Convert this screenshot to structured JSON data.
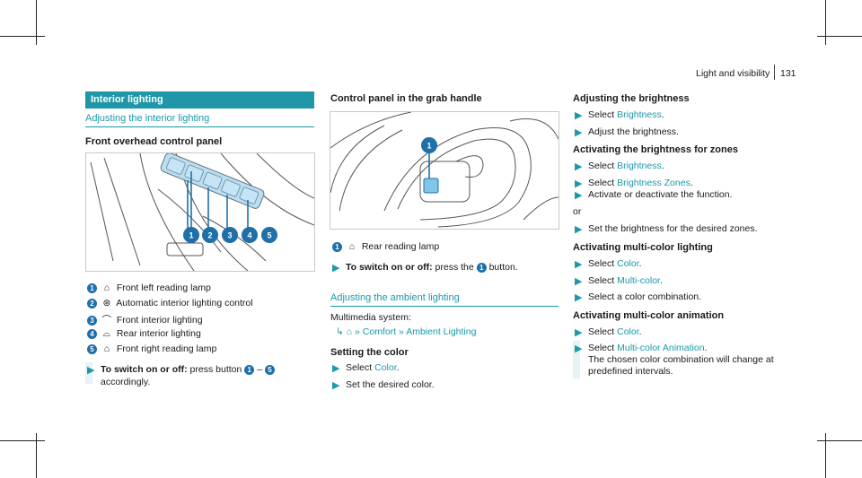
{
  "page_header": {
    "section": "Light and visibility",
    "page_number": "131"
  },
  "col1": {
    "header_bar": "Interior lighting",
    "subtitle": "Adjusting the interior lighting",
    "heading": "Front overhead control panel",
    "legend": [
      {
        "num": "1",
        "icon": "reading-lamp-icon",
        "glyph": "⌂",
        "text": "Front left reading lamp"
      },
      {
        "num": "2",
        "icon": "auto-light-icon",
        "glyph": "⊛",
        "text": "Automatic interior lighting control"
      },
      {
        "num": "3",
        "icon": "front-interior-light-icon",
        "glyph": "⌒",
        "text": "Front interior lighting"
      },
      {
        "num": "4",
        "icon": "rear-interior-light-icon",
        "glyph": "⌓",
        "text": "Rear interior lighting"
      },
      {
        "num": "5",
        "icon": "reading-lamp-icon",
        "glyph": "⌂",
        "text": "Front right reading lamp"
      }
    ],
    "instruction_bold": "To switch on or off:",
    "instruction_rest": "press button",
    "instruction_range_start": "1",
    "instruction_dash": "–",
    "instruction_range_end": "5",
    "instruction_line2": "accordingly."
  },
  "col2": {
    "heading": "Control panel in the grab handle",
    "legend_num": "1",
    "legend_text": "Rear reading lamp",
    "instruction_bold": "To switch on or off:",
    "instruction_rest": "press the",
    "instruction_num": "1",
    "instruction_end": "button.",
    "ambient_title": "Adjusting the ambient lighting",
    "ambient_path_label": "Multimedia system:",
    "ambient_path": [
      "Comfort",
      "Ambient Lighting"
    ],
    "setting_color_heading": "Setting the color",
    "step1_pre": "Select",
    "step1_link": "Color",
    "step1_post": ".",
    "step2": "Set the desired color."
  },
  "col3": {
    "heading1": "Adjusting the brightness",
    "h1_step1_pre": "Select",
    "h1_step1_link": "Brightness",
    "h1_step2": "Adjust the brightness.",
    "heading2": "Activating the brightness for zones",
    "h2_step1_pre": "Select",
    "h2_step1_link": "Brightness",
    "h2_step2_pre": "Select",
    "h2_step2_link": "Brightness Zones",
    "h2_step3": "Activate or deactivate the function.",
    "or": "or",
    "h2_step4": "Set the brightness for the desired zones.",
    "heading3": "Activating multi-color lighting",
    "h3_step1_pre": "Select",
    "h3_step1_link": "Color",
    "h3_step2_pre": "Select",
    "h3_step2_link": "Multi-color",
    "h3_step3": "Select a color combination.",
    "heading4": "Activating multi-color animation",
    "h4_step1_pre": "Select",
    "h4_step1_link": "Color",
    "h4_step2_pre": "Select",
    "h4_step2_link": "Multi-color Animation",
    "h4_note_line1": "The chosen color combination will change at",
    "h4_note_line2": "predefined intervals."
  },
  "colors": {
    "accent": "#1a99ab",
    "callout": "#1f6fa8",
    "note_shade": "#e6f3f5"
  }
}
